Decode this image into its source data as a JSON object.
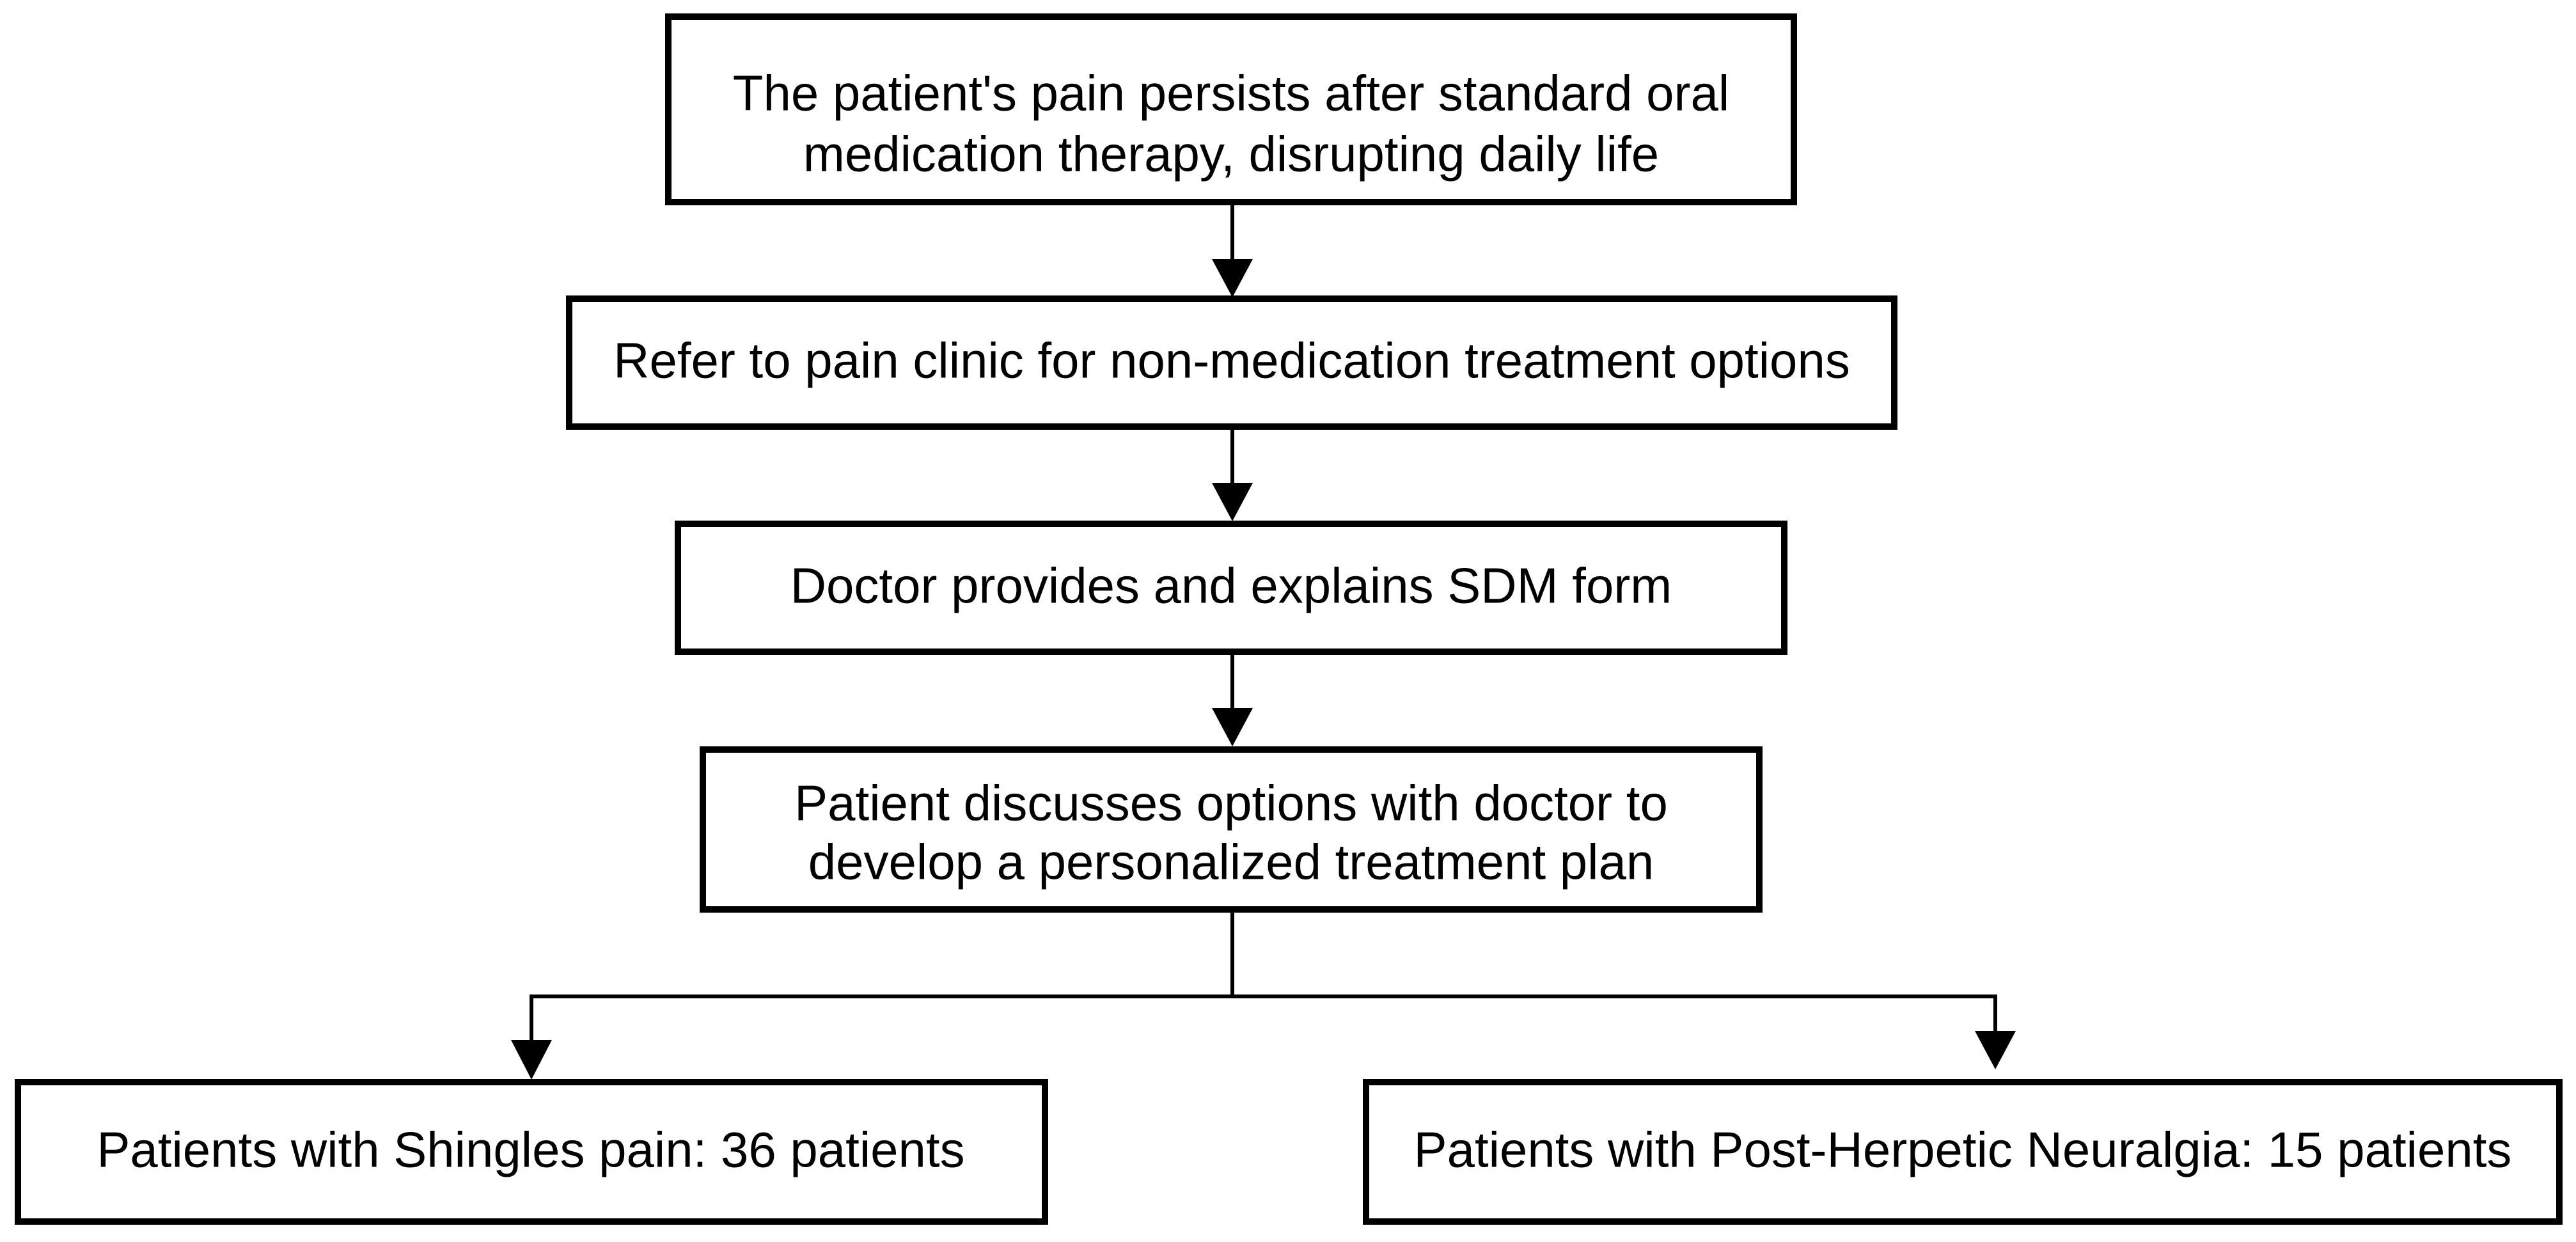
{
  "flowchart": {
    "nodes": {
      "step1": {
        "line1": "The patient's pain persists after standard oral",
        "line2": "medication therapy, disrupting daily life"
      },
      "step2": {
        "line1": "Refer to pain clinic for non-medication treatment options"
      },
      "step3": {
        "line1": "Doctor provides and explains SDM form"
      },
      "step4": {
        "line1": "Patient discusses options with doctor to",
        "line2": "develop a personalized treatment plan"
      },
      "outcome_left": {
        "line1": "Patients with Shingles pain: 36 patients"
      },
      "outcome_right": {
        "line1": "Patients with Post-Herpetic Neuralgia: 15 patients"
      }
    }
  }
}
